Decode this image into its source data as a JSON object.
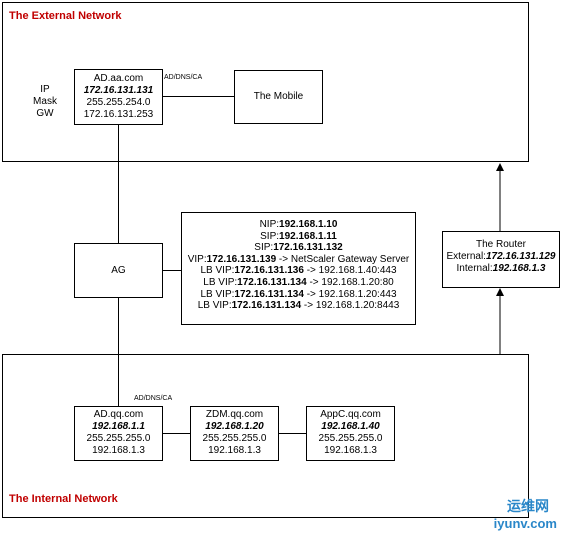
{
  "external_network": {
    "title": "The External Network"
  },
  "internal_network": {
    "title": "The Internal Network"
  },
  "ad_external": {
    "side_labels": [
      "IP",
      "Mask",
      "GW"
    ],
    "name": "AD.aa.com",
    "ip": "172.16.131.131",
    "mask": "255.255.254.0",
    "gw": "172.16.131.253"
  },
  "mobile": {
    "label": "The Mobile"
  },
  "link_label_external": "AD/DNS/CA",
  "ag": {
    "label": "AG"
  },
  "info": {
    "nip_label": "NIP:",
    "nip_value": "192.168.1.10",
    "sip1_label": "SIP:",
    "sip1_value": "192.168.1.11",
    "sip2_label": "SIP:",
    "sip2_value": "172.16.131.132",
    "vip_label": "VIP:",
    "vip_value": "172.16.131.139",
    "vip_suffix": " -> NetScaler Gateway Server",
    "lb": [
      {
        "label": "LB VIP:",
        "value": "172.16.131.136",
        "suffix": " -> 192.168.1.40:443"
      },
      {
        "label": "LB VIP:",
        "value": "172.16.131.134",
        "suffix": " -> 192.168.1.20:80"
      },
      {
        "label": "LB VIP:",
        "value": "172.16.131.134",
        "suffix": " -> 192.168.1.20:443"
      },
      {
        "label": "LB VIP:",
        "value": "172.16.131.134",
        "suffix": " -> 192.168.1.20:8443"
      }
    ]
  },
  "router": {
    "title": "The Router",
    "external_label": "External:",
    "external_value": "172.16.131.129",
    "internal_label": "Internal:",
    "internal_value": "192.168.1.3"
  },
  "link_label_internal": "AD/DNS/CA",
  "ad_internal": {
    "name": "AD.qq.com",
    "ip": "192.168.1.1",
    "mask": "255.255.255.0",
    "gw": "192.168.1.3"
  },
  "zdm": {
    "name": "ZDM.qq.com",
    "ip": "192.168.1.20",
    "mask": "255.255.255.0",
    "gw": "192.168.1.3"
  },
  "appc": {
    "name": "AppC.qq.com",
    "ip": "192.168.1.40",
    "mask": "255.255.255.0",
    "gw": "192.168.1.3"
  },
  "watermark": {
    "cn": "运维网",
    "en": "iyunv.com"
  }
}
